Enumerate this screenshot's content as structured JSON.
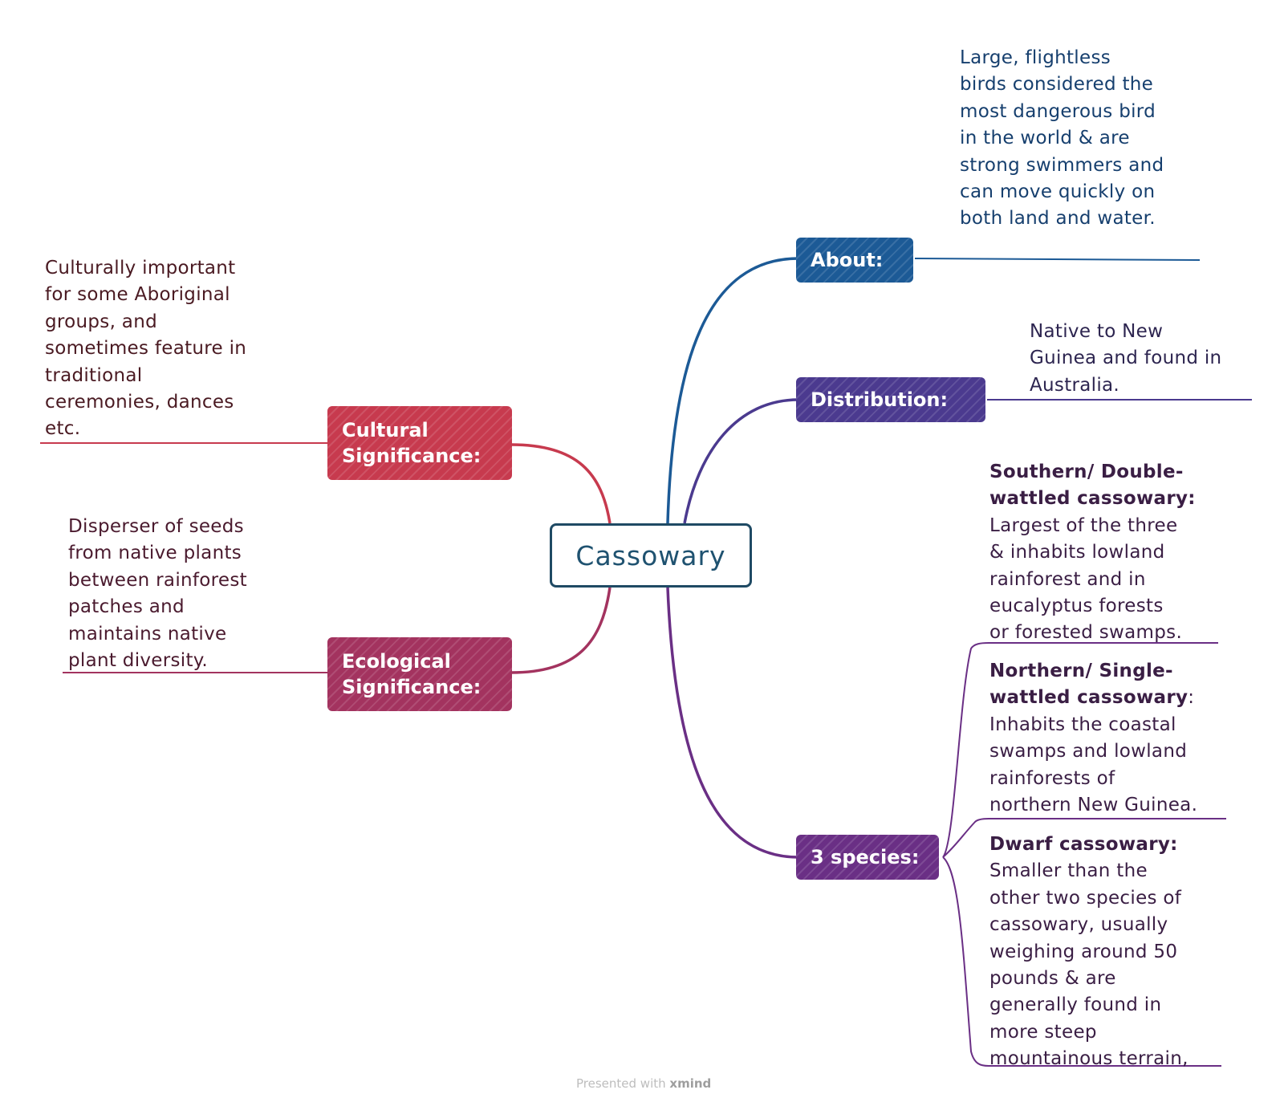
{
  "central": {
    "label": "Cassowary"
  },
  "branches": {
    "about": {
      "label": "About:",
      "color": "#1c5a96",
      "notes": [
        "Large, flightless",
        "birds considered the",
        "most dangerous bird",
        "in the world & are",
        "strong swimmers and",
        "can move quickly on",
        "both land and water."
      ]
    },
    "distribution": {
      "label": "Distribution:",
      "color": "#4b3a8f",
      "notes": [
        "Native to New",
        "Guinea and found in",
        "Australia."
      ]
    },
    "species": {
      "label": "3 species:",
      "color": "#6a2f85",
      "southern": {
        "name_lines": [
          "Southern/ Double-",
          "wattled cassowary:"
        ],
        "desc": [
          "Largest of the three",
          "& inhabits lowland",
          "rainforest and in",
          "eucalyptus forests",
          "or forested swamps."
        ]
      },
      "northern": {
        "name_lines": [
          "Northern/ Single-",
          "wattled cassowary"
        ],
        "name_suffix": ":",
        "desc": [
          "Inhabits the coastal",
          "swamps and lowland",
          "rainforests of",
          "northern New Guinea."
        ]
      },
      "dwarf": {
        "name_lines": [
          "Dwarf cassowary:"
        ],
        "desc": [
          "Smaller than the",
          "other two species of",
          "cassowary, usually",
          "weighing around 50",
          "pounds & are",
          "generally found in",
          "more steep",
          "mountainous terrain,"
        ]
      }
    },
    "cultural": {
      "label_lines": [
        "Cultural",
        "Significance:"
      ],
      "color": "#c73a4e",
      "notes": [
        "Culturally important",
        "for some Aboriginal",
        "groups, and",
        "sometimes feature in",
        "traditional",
        "ceremonies, dances",
        "etc."
      ]
    },
    "ecological": {
      "label_lines": [
        "Ecological",
        "Significance:"
      ],
      "color": "#a3335f",
      "notes": [
        "Disperser of seeds",
        "from native plants",
        "between rainforest",
        "patches and",
        "maintains native",
        "plant diversity."
      ]
    }
  },
  "footer": {
    "watermark_prefix": "Presented with ",
    "watermark_brand": "xmind"
  }
}
